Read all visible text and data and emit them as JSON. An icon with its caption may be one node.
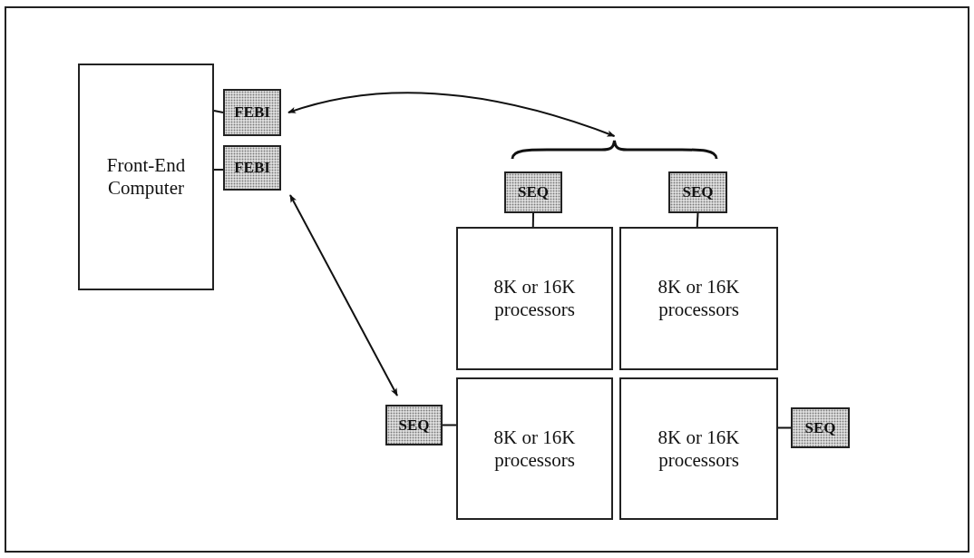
{
  "diagram": {
    "nodes": [
      {
        "text": [
          "Front-End Computer"
        ]
      },
      {
        "text": [
          "FEBI"
        ]
      },
      {
        "text": [
          "FEBI"
        ]
      },
      {
        "text": [],
        "shape": "brace"
      },
      {
        "text": [
          "SEQ"
        ]
      },
      {
        "text": [
          "SEQ"
        ]
      },
      {
        "text": [
          "8K or 16K processors"
        ]
      },
      {
        "text": [
          "8K or 16K processors"
        ]
      },
      {
        "text": [
          "SEQ"
        ]
      },
      {
        "text": [
          "8K or 16K processors"
        ]
      },
      {
        "text": [
          "8K or 16K processors"
        ]
      },
      {
        "text": [
          "SEQ"
        ]
      }
    ],
    "edges": [
      {
        "from": 0,
        "to": 1,
        "arrow": "none"
      },
      {
        "from": 0,
        "to": 2,
        "arrow": "none"
      },
      {
        "from": 1,
        "to": 3,
        "arrow": "both"
      },
      {
        "from": 2,
        "to": 8,
        "arrow": "both"
      },
      {
        "from": 4,
        "to": 6,
        "arrow": "none"
      },
      {
        "from": 5,
        "to": 7,
        "arrow": "none"
      },
      {
        "from": 8,
        "to": 9,
        "arrow": "none"
      },
      {
        "from": 10,
        "to": 11,
        "arrow": "none"
      }
    ]
  }
}
